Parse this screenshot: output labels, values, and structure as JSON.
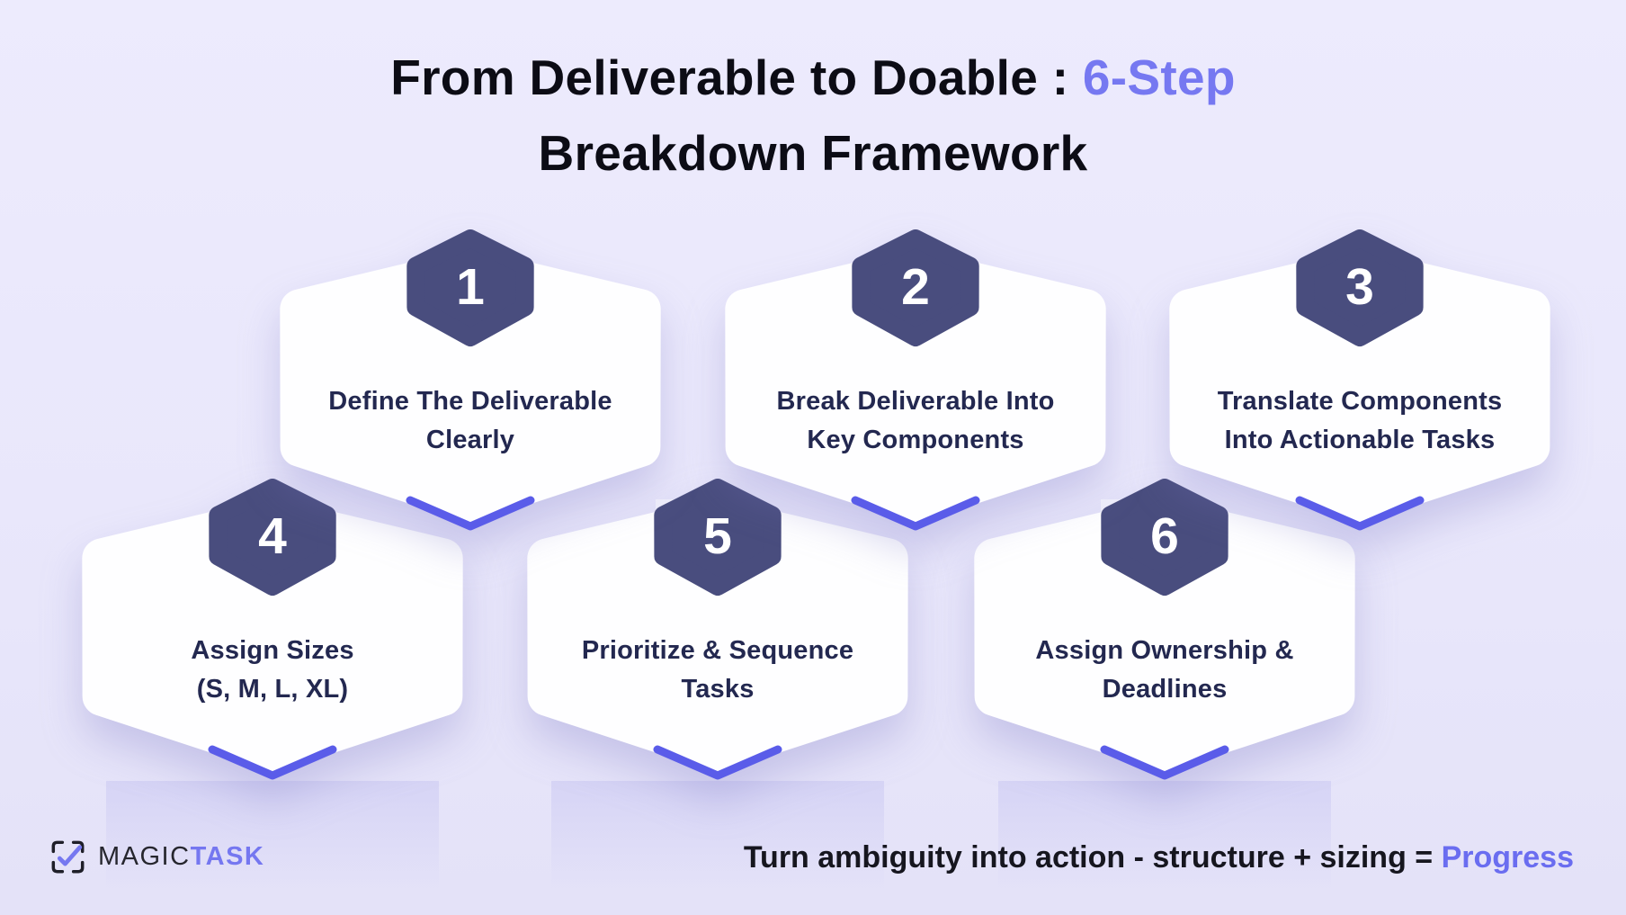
{
  "title": {
    "prefix": "From Deliverable to Doable : ",
    "accent": "6-Step",
    "line2": "Breakdown Framework"
  },
  "steps": [
    {
      "number": "1",
      "label_line1": "Define The Deliverable",
      "label_line2": "Clearly"
    },
    {
      "number": "2",
      "label_line1": "Break Deliverable Into",
      "label_line2": "Key Components"
    },
    {
      "number": "3",
      "label_line1": "Translate Components",
      "label_line2": "Into Actionable Tasks"
    },
    {
      "number": "4",
      "label_line1": "Assign Sizes",
      "label_line2": "(S, M, L, XL)"
    },
    {
      "number": "5",
      "label_line1": "Prioritize & Sequence",
      "label_line2": "Tasks"
    },
    {
      "number": "6",
      "label_line1": "Assign Ownership &",
      "label_line2": "Deadlines"
    }
  ],
  "footer": {
    "logo_word1": "MAGIC",
    "logo_word2": "TASK",
    "tagline_prefix": "Turn ambiguity into action - structure + sizing = ",
    "tagline_accent": "Progress"
  },
  "colors": {
    "background": "#e9e7fb",
    "card_fill": "#fefeff",
    "badge_fill": "#494d7e",
    "chevron": "#5a5ce9",
    "card_text": "#232850",
    "title_text": "#0c0c15",
    "title_accent": "#7678f1",
    "tagline_text": "#16161f",
    "tagline_accent": "#6a6df0",
    "logo_dark": "#26262e",
    "logo_purple": "#7577f0"
  }
}
